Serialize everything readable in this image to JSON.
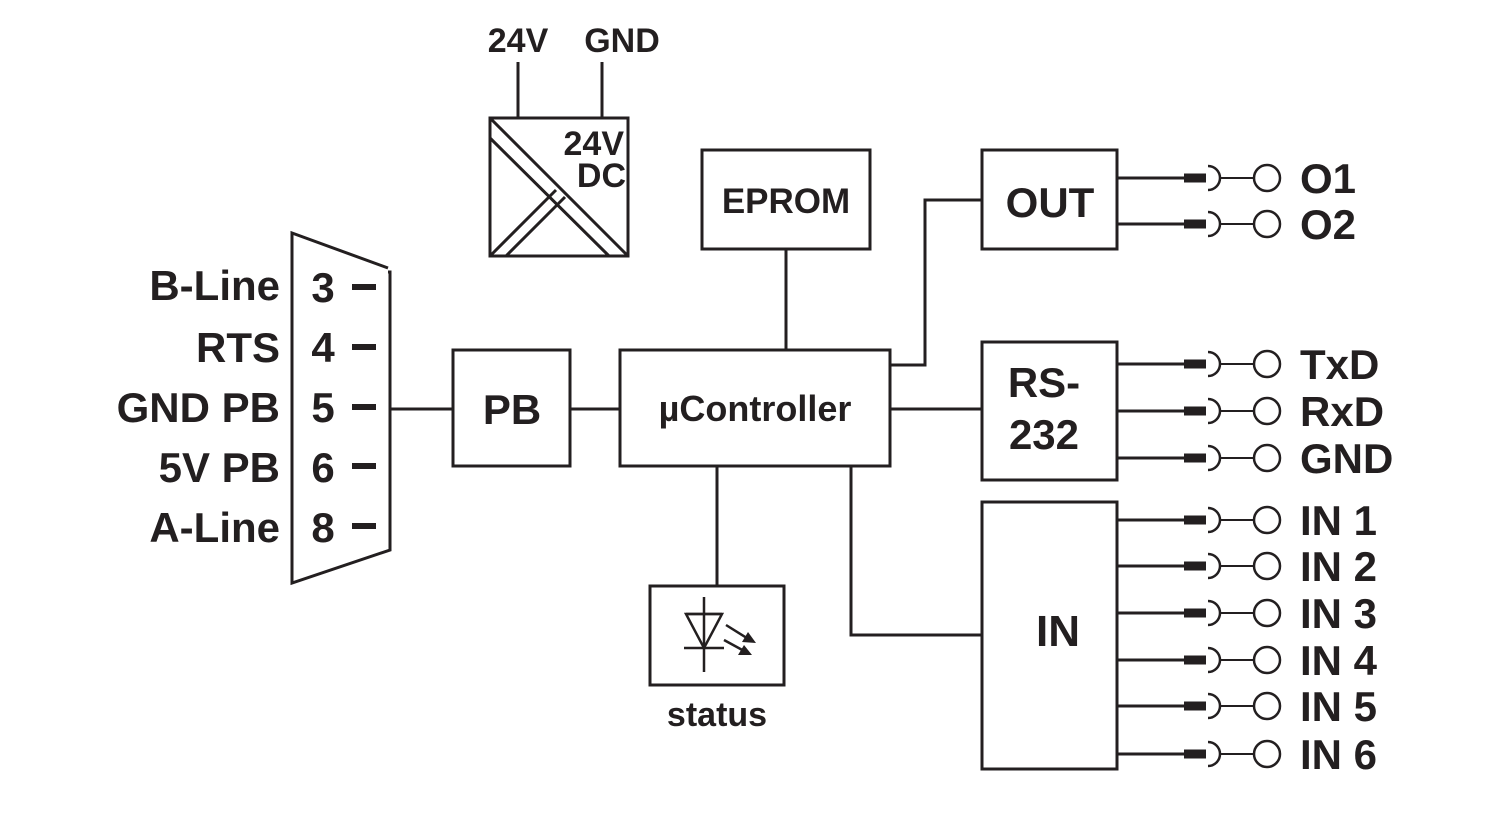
{
  "colors": {
    "line": "#231f20",
    "background": "#ffffff"
  },
  "power": {
    "supply_left": "24V",
    "supply_right": "GND",
    "module_line1": "24V",
    "module_line2": "DC"
  },
  "connector": {
    "pins": [
      {
        "label": "B-Line",
        "number": "3"
      },
      {
        "label": "RTS",
        "number": "4"
      },
      {
        "label": "GND PB",
        "number": "5"
      },
      {
        "label": "5V PB",
        "number": "6"
      },
      {
        "label": "A-Line",
        "number": "8"
      }
    ]
  },
  "blocks": {
    "pb": "PB",
    "controller": "µController",
    "eprom": "EPROM",
    "out": "OUT",
    "rs232_line1": "RS-",
    "rs232_line2": "232",
    "in": "IN",
    "status": "status"
  },
  "outputs": [
    "O1",
    "O2"
  ],
  "serial": [
    "TxD",
    "RxD",
    "GND"
  ],
  "inputs": [
    "IN 1",
    "IN 2",
    "IN 3",
    "IN 4",
    "IN 5",
    "IN 6"
  ],
  "icons": {
    "status_led": "led-icon",
    "terminal": "terminal-icon"
  }
}
